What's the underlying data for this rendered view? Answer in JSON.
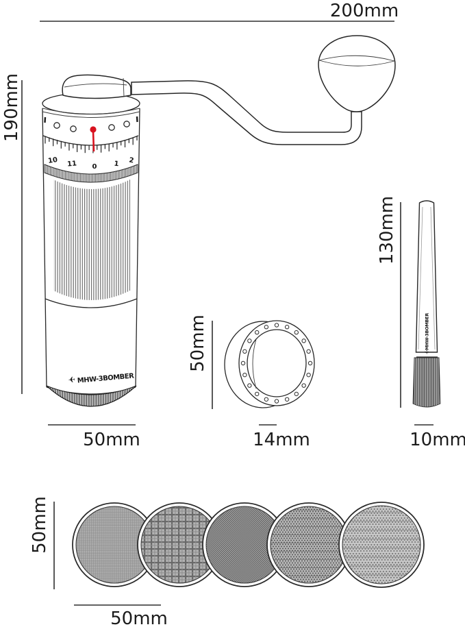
{
  "colors": {
    "line": "#262626",
    "accent_red": "#d8121f"
  },
  "icons": {
    "plane": "✈"
  },
  "grinder": {
    "brand": "MHW-3BOMBER",
    "dial_numbers": [
      "10",
      "11",
      "0",
      "1",
      "2"
    ],
    "dims": {
      "handle_length": "200mm",
      "height": "190mm",
      "width": "50mm"
    }
  },
  "ring": {
    "dims": {
      "height": "50mm",
      "thickness": "14mm"
    }
  },
  "brush": {
    "brand": "MHW-3BOMBER",
    "dims": {
      "height": "130mm",
      "width": "10mm"
    }
  },
  "discs": {
    "count": "5",
    "dims": {
      "height": "50mm",
      "width": "50mm"
    }
  }
}
